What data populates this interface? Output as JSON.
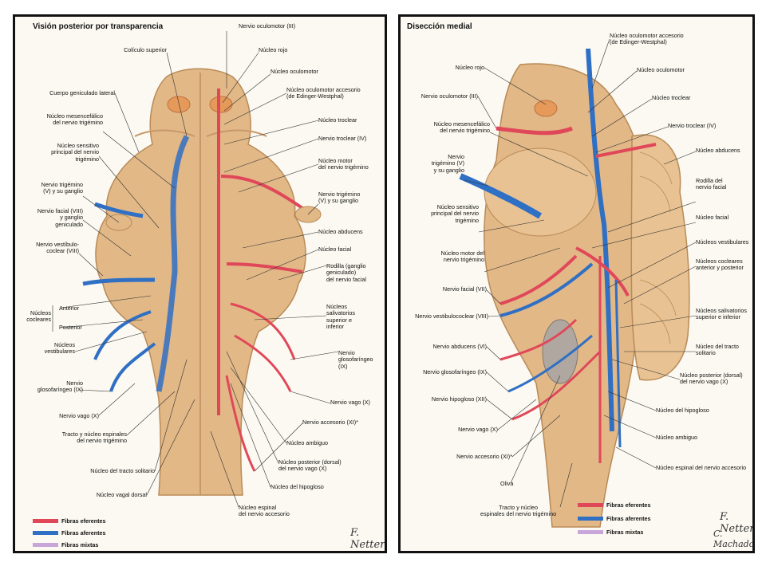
{
  "left": {
    "title": "Visión posterior por transparencia",
    "labels": {
      "n_oculomotor": "Nervio oculomotor (III)",
      "coliculo": "Colículo superior",
      "nucleo_rojo": "Núcleo rojo",
      "nucleo_oculomotor": "Núcleo oculomotor",
      "geniculado": "Cuerpo geniculado lateral",
      "oculomotor_acc": "Núcleo oculomotor accesorio\n(de Edinger-Westphal)",
      "mesencefalico": "Núcleo mesencefálico\ndel nervio trigémino",
      "nucleo_troclear": "Núcleo troclear",
      "sensitivo": "Núcleo sensitivo\nprincipal del nervio\ntrigémino",
      "nervio_troclear": "Nervio troclear (IV)",
      "motor_trig": "Núcleo motor\ndel nervio trigémino",
      "trig_ganglio_l": "Nervio trigémino\n(V) y su ganglio",
      "trig_ganglio_r": "Nervio trigémino\n(V) y su ganglio",
      "facial_gang": "Nervio facial (VIII)\ny ganglio\ngeniculado",
      "abducens": "Núcleo abducens",
      "vestibulo": "Nervio vestíbulo-\ncoclear (VIII)",
      "facial": "Núcleo facial",
      "rodilla": "Rodilla (ganglio\ngeniculado)\ndel nervio facial",
      "nucleos_cocleares": "Núcleos\ncocleares",
      "anterior": "Anterior",
      "posterior": "Posterior",
      "salivatorios": "Núcleos\nsalivatorios\nsuperior e\ninferior",
      "vestibulares": "Núcleos\nvestibulares",
      "glosofaringeo_l": "Nervio\nglosofaríngeo (IX)",
      "glosofaringeo_r": "Nervio\nglosofaríngeo\n(IX)",
      "vago_r": "Nervio vago (X)",
      "vago_l": "Nervio vago (X)",
      "accesorio": "Nervio accesorio (XI)*",
      "tracto_espinal": "Tracto y núcleo espinales\ndel nervio trigémino",
      "ambiguo": "Núcleo ambiguo",
      "post_vago": "Núcleo posterior (dorsal)\ndel nervio vago (X)",
      "tracto_solitario": "Núcleo del tracto solitario",
      "hipogloso": "Núcleo del hipogloso",
      "vagal_dorsal": "Núcleo vagal dorsal",
      "espinal_acc": "Núcleo espinal\ndel nervio accesorio"
    },
    "legend": [
      "Fibras eferentes",
      "Fibras aferentes",
      "Fibras mixtas"
    ],
    "signature": "F. Netter"
  },
  "right": {
    "title": "Disección medial",
    "labels": {
      "oculomotor_acc": "Núcleo oculomotor accesorio\n(de Edinger-Westphal)",
      "nucleo_rojo": "Núcleo rojo",
      "nucleo_oculomotor": "Núcleo oculomotor",
      "n_oculomotor": "Nervio oculomotor (III)",
      "nucleo_troclear": "Núcleo troclear",
      "mesencefalico": "Núcleo mesencefálico\ndel nervio trigémino",
      "nervio_troclear": "Nervio troclear (IV)",
      "abducens": "Núcleo abducens",
      "trig": "Nervio\ntrigémino (V)\ny su ganglio",
      "rodilla": "Rodilla del\nnervio facial",
      "sensitivo": "Núcleo sensitivo\nprincipal del nervio\ntrigémino",
      "facial": "Núcleo facial",
      "motor_trig": "Núcleo motor del\nnervio trigémino",
      "vestibulares": "Núcleos vestibulares",
      "cocleares": "Núcleos cocleares\nanterior y posterior",
      "n_facial": "Nervio facial (VII)",
      "salivatorios": "Núcleos salivatorios\nsuperior e inferior",
      "vestibulococlear": "Nervio vestibulococlear (VIII)",
      "tracto_solitario": "Núcleo del tracto\nsolitario",
      "n_abducens": "Nervio abducens (VI)",
      "post_vago": "Núcleo posterior (dorsal)\ndel nervio vago (X)",
      "glosofaringeo": "Nervio glosofaríngeo (IX)",
      "hipogloso_n": "Nervio hipogloso (XII)",
      "hipogloso": "Núcleo del hipogloso",
      "vago": "Nervio vago (X)",
      "ambiguo": "Núcleo ambiguo",
      "accesorio": "Nervio accesorio (XI)*",
      "espinal_acc": "Núcleo espinal del nervio accesorio",
      "oliva": "Oliva",
      "tracto_espinal": "Tracto y núcleo\nespinales del nervio trigémino"
    },
    "legend": [
      "Fibras eferentes",
      "Fibras aferentes",
      "Fibras mixtas"
    ],
    "signature": "F. Netter",
    "signature2": "C. Machado"
  },
  "colors": {
    "efferent": "#e0485a",
    "afferent": "#2f6fc4",
    "mixed": "#c9a6d9",
    "tissue": "#e2b887"
  }
}
